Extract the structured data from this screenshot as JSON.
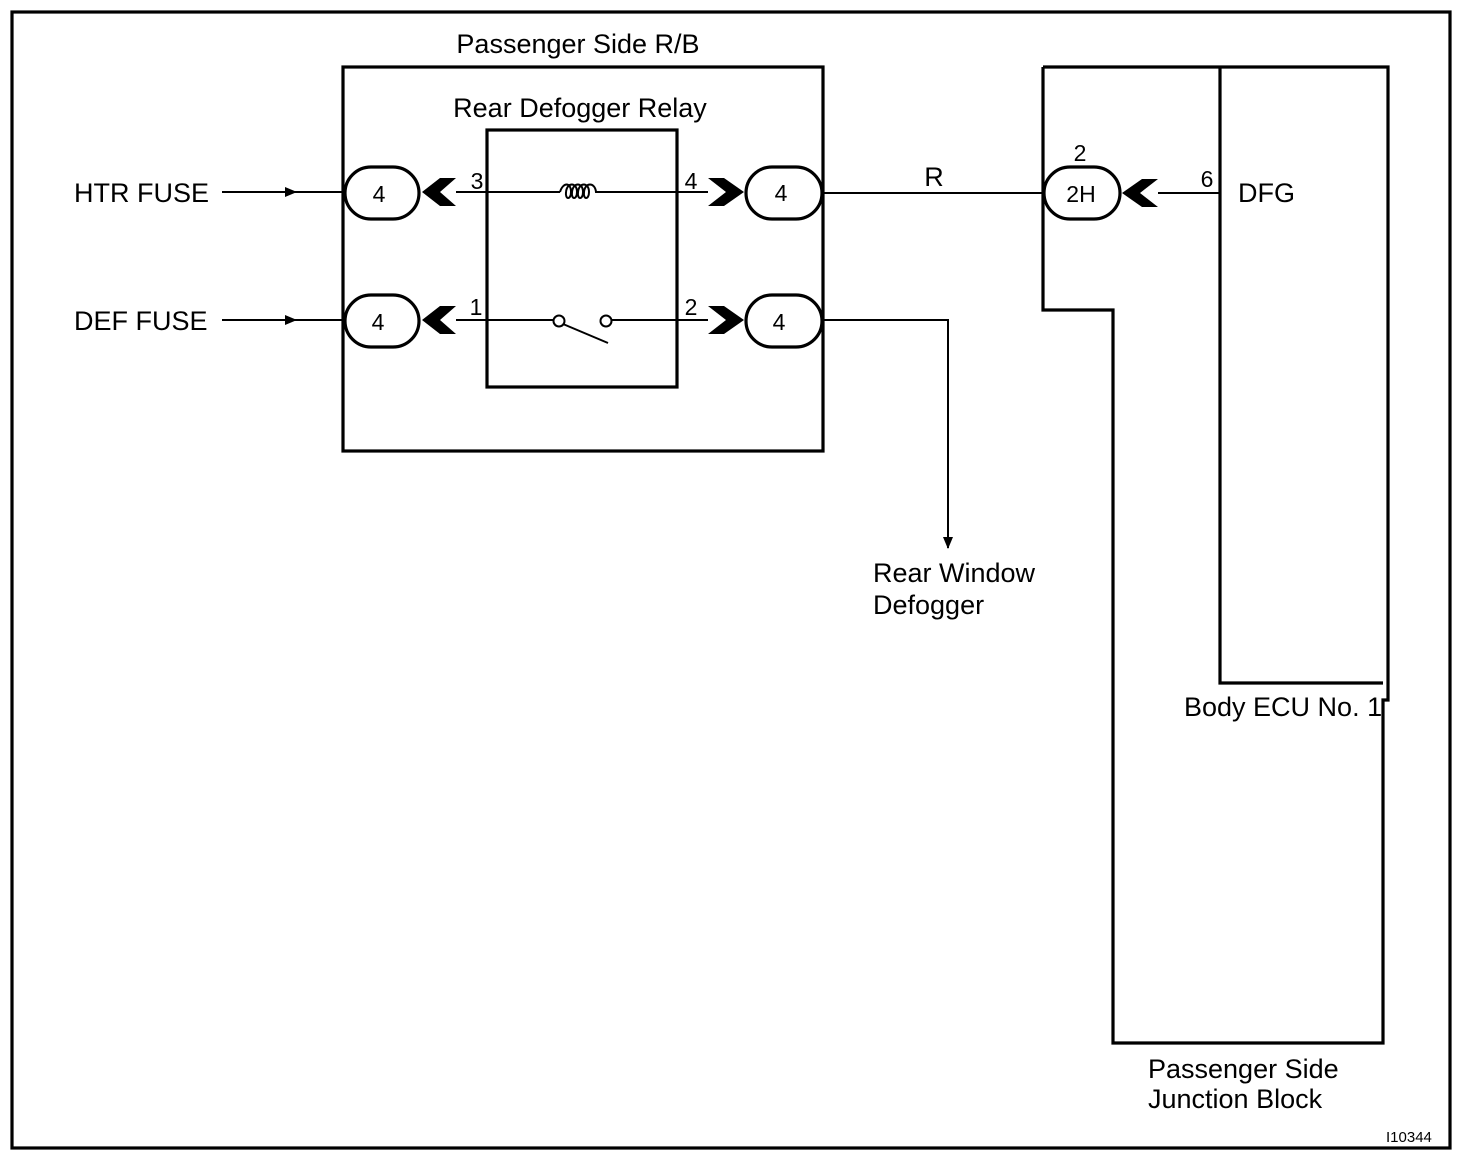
{
  "labels": {
    "rb_title": "Passenger Side R/B",
    "relay_title": "Rear Defogger Relay",
    "htr_fuse": "HTR FUSE",
    "def_fuse": "DEF FUSE",
    "wire_color": "R",
    "ecu_terminal": "DFG",
    "ecu_name": "Body ECU No. 1",
    "defogger_line1": "Rear Window",
    "defogger_line2": "Defogger",
    "jb_line1": "Passenger Side",
    "jb_line2": "Junction Block",
    "figure_id": "I10344"
  },
  "connectors": {
    "rb_htr_in": "4",
    "rb_htr_out": "4",
    "rb_def_in": "4",
    "rb_def_out": "4",
    "jb": "2H"
  },
  "pins": {
    "relay_coil_in": "3",
    "relay_coil_out": "4",
    "relay_sw_in": "1",
    "relay_sw_out": "2",
    "jb_pin": "2",
    "ecu_pin": "6"
  },
  "colors": {
    "line": "#000000",
    "background": "#ffffff"
  }
}
